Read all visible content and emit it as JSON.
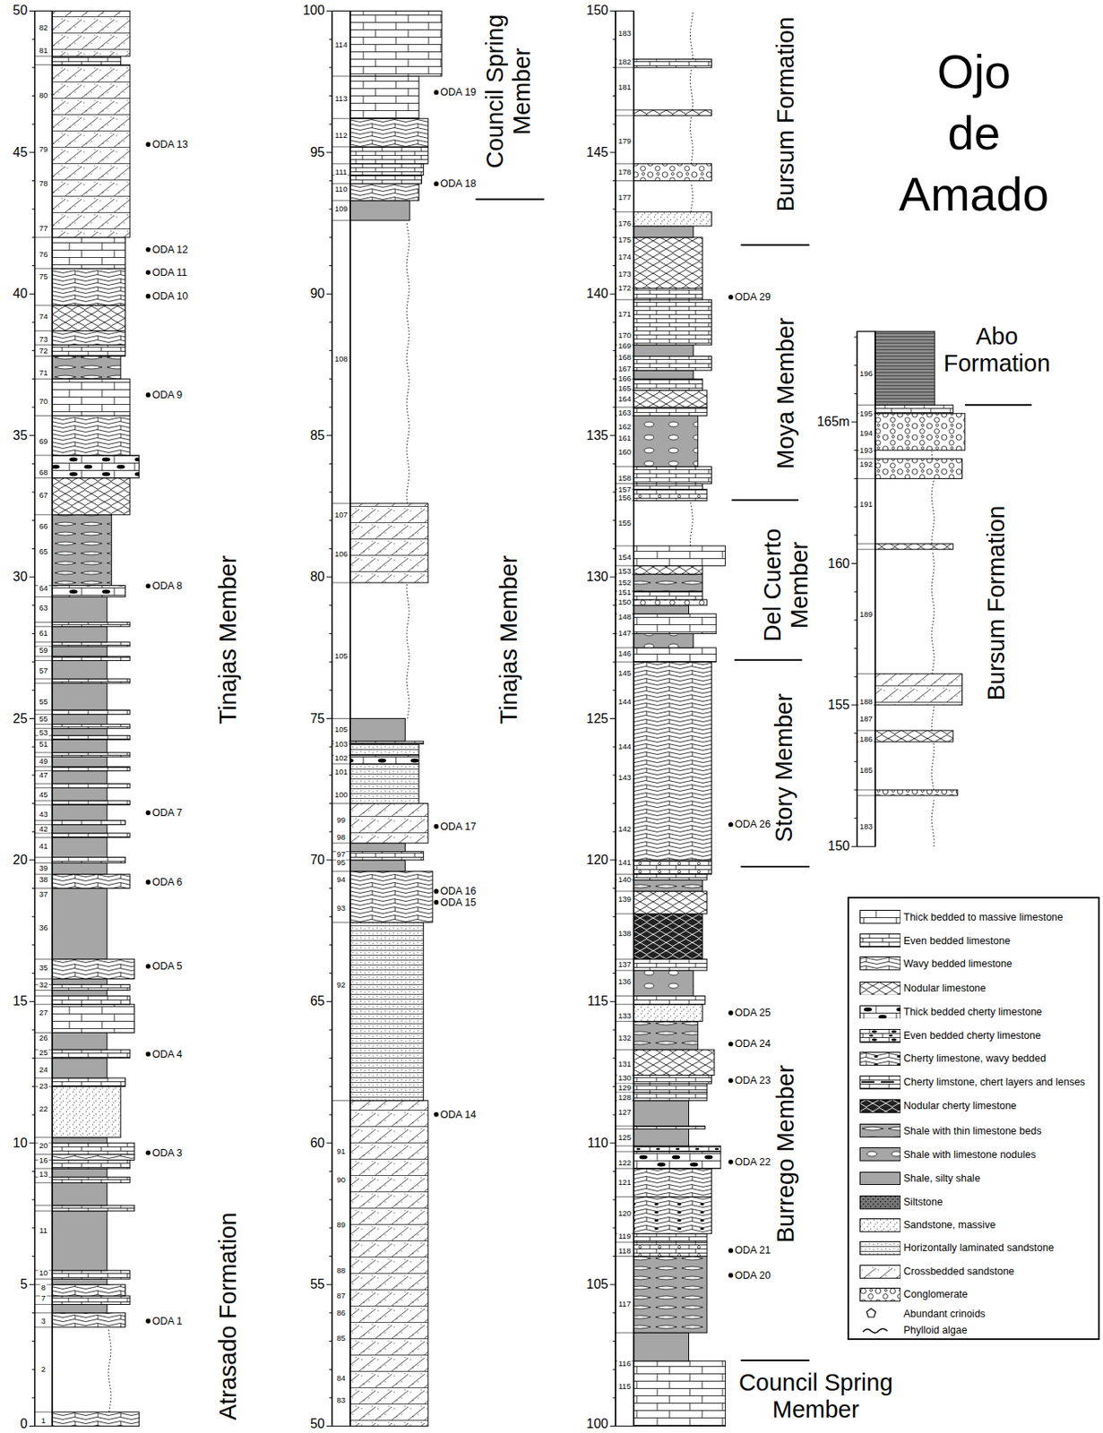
{
  "diagram": {
    "title": "Ojo de Amado",
    "labels": [
      "0",
      "5",
      "10",
      "15",
      "20",
      "25",
      "30",
      "35",
      "40",
      "45",
      "50",
      "1",
      "2",
      "3",
      "7",
      "8",
      "10",
      "11",
      "13",
      "16",
      "20",
      "22",
      "23",
      "24",
      "25",
      "26",
      "27",
      "32",
      "35",
      "36",
      "37",
      "38",
      "39",
      "41",
      "42",
      "43",
      "45",
      "47",
      "49",
      "51",
      "53",
      "55",
      "55",
      "57",
      "59",
      "61",
      "63",
      "64",
      "65",
      "66",
      "67",
      "68",
      "69",
      "70",
      "71",
      "72",
      "73",
      "74",
      "75",
      "76",
      "77",
      "78",
      "79",
      "80",
      "81",
      "82",
      "ODA 1",
      "ODA 3",
      "ODA 4",
      "ODA 5",
      "ODA 6",
      "ODA 7",
      "ODA 8",
      "ODA 9",
      "ODA 10",
      "ODA 11",
      "ODA 12",
      "ODA 13",
      "Atrasado Formation",
      "Tinajas Member",
      "50",
      "55",
      "60",
      "65",
      "70",
      "75",
      "80",
      "85",
      "90",
      "95",
      "100",
      "83",
      "84",
      "85",
      "86",
      "87",
      "88",
      "89",
      "90",
      "91",
      "92",
      "93",
      "94",
      "95",
      "97",
      "98",
      "99",
      "100",
      "101",
      "102",
      "103",
      "105",
      "105",
      "106",
      "107",
      "108",
      "109",
      "110",
      "111",
      "112",
      "113",
      "114",
      "ODA 14",
      "ODA 15",
      "ODA 16",
      "ODA 17",
      "ODA 18",
      "ODA 19",
      "Tinajas Member",
      "Council Spring Member",
      "100",
      "105",
      "110",
      "115",
      "120",
      "125",
      "130",
      "135",
      "140",
      "145",
      "150",
      "115",
      "116",
      "117",
      "118",
      "119",
      "120",
      "121",
      "122",
      "125",
      "127",
      "128",
      "129",
      "130",
      "131",
      "132",
      "133",
      "136",
      "137",
      "138",
      "139",
      "140",
      "141",
      "142",
      "143",
      "144",
      "144",
      "145",
      "146",
      "147",
      "148",
      "150",
      "151",
      "152",
      "153",
      "154",
      "155",
      "156",
      "157",
      "158",
      "160",
      "161",
      "162",
      "163",
      "164",
      "165",
      "166",
      "167",
      "168",
      "169",
      "170",
      "171",
      "172",
      "173",
      "174",
      "175",
      "176",
      "177",
      "178",
      "179",
      "181",
      "182",
      "183",
      "ODA 20",
      "ODA 21",
      "ODA 22",
      "ODA 23",
      "ODA 24",
      "ODA 25",
      "ODA 26",
      "ODA 29",
      "Bursum Formation",
      "Moya Member",
      "Del Cuerto Member",
      "Story Member",
      "Burrego Member",
      "Council Spring Member",
      "150",
      "155",
      "160",
      "165m",
      "183",
      "185",
      "186",
      "187",
      "188",
      "189",
      "191",
      "192",
      "193",
      "194",
      "195",
      "196",
      "Abo Formation",
      "Bursum Formation"
    ],
    "legend": [
      {
        "text": "Thick bedded to massive limestone"
      },
      {
        "text": "Even bedded limestone"
      },
      {
        "text": "Wavy bedded limestone"
      },
      {
        "text": "Nodular limestone"
      },
      {
        "text": "Thick bedded cherty limestone"
      },
      {
        "text": "Even bedded cherty limestone"
      },
      {
        "text": "Cherty limestone, wavy bedded"
      },
      {
        "text": "Cherty limstone, chert layers and lenses"
      },
      {
        "text": "Nodular cherty limestone"
      },
      {
        "text": "Shale with thin limestone beds"
      },
      {
        "text": "Shale with limestone nodules"
      },
      {
        "text": "Shale, silty shale",
        "color": "#a6a6a6"
      },
      {
        "text": "Siltstone"
      },
      {
        "text": "Sandstone, massive"
      },
      {
        "text": "Horizontally laminated sandstone"
      },
      {
        "text": "Crossbedded sandstone"
      },
      {
        "text": "Conglomerate"
      },
      {
        "text": "Abundant crinoids"
      },
      {
        "text": "Phylloid algae"
      }
    ]
  }
}
